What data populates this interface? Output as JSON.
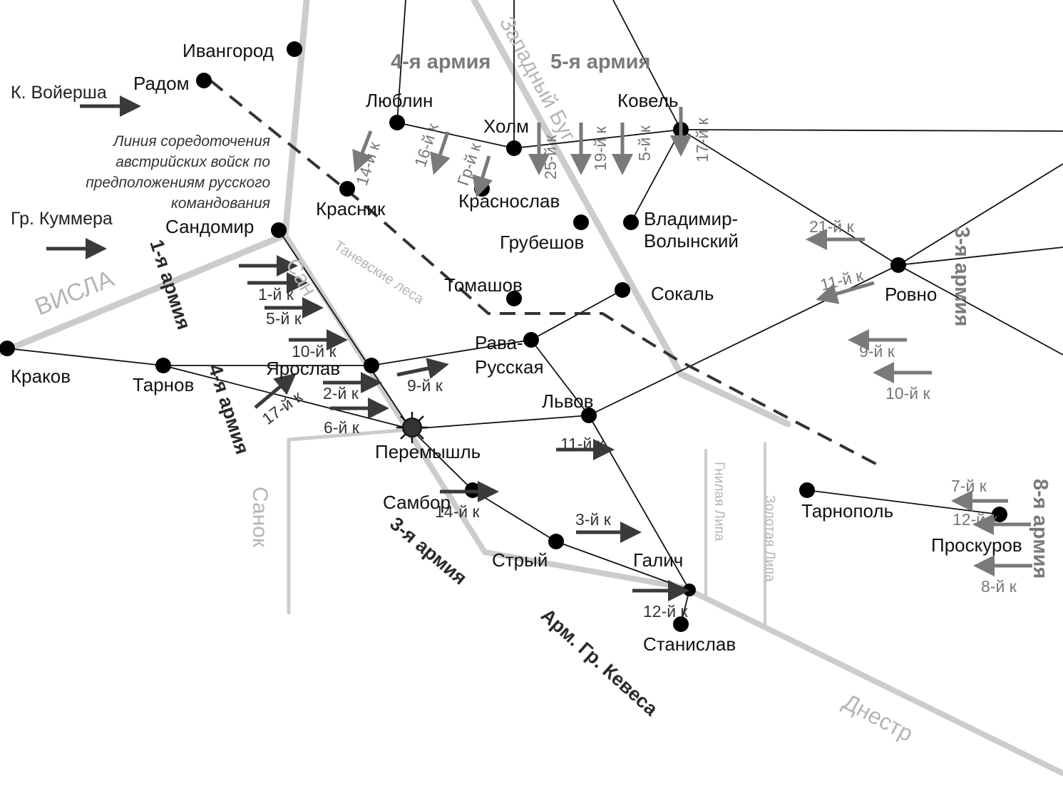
{
  "cities": {
    "ivangorod": "Ивангород",
    "radom": "Радом",
    "lublin": "Люблин",
    "kholm": "Холм",
    "kovel": "Ковель",
    "krasnik": "Красник",
    "krasnoslav": "Краснослав",
    "grubeshov": "Грубешов",
    "vladimir_1": "Владимир-",
    "vladimir_2": "Волынский",
    "sandomir": "Сандомир",
    "tomashov": "Томашов",
    "sokal": "Сокаль",
    "rovno": "Ровно",
    "rava_1": "Рава-",
    "rava_2": "Русская",
    "krakov": "Краков",
    "tarnov": "Тарнов",
    "yaroslav": "Ярослав",
    "lvov": "Львов",
    "peremyshl": "Перемышль",
    "sambor": "Самбор",
    "stryi": "Стрый",
    "galich": "Галич",
    "stanislav": "Станислав",
    "tarnopol": "Тарнополь",
    "proskurov": "Проскуров"
  },
  "armies": {
    "a4_austrian_top": "4-я армия",
    "a5_austrian_top": "5-я армия",
    "a1_austrian": "1-я армия",
    "a4_austrian_left": "4-я армия",
    "a3_austrian": "3-я армия",
    "kevess": "Арм. Гр. Кевеса",
    "a3_russian": "3-я армия",
    "a8_russian": "8-я армия"
  },
  "groups": {
    "voyersh": "К. Войерша",
    "kummer": "Гр. Куммера"
  },
  "note": {
    "line1": "Линия соредоточения",
    "line2": "австрийских войск по",
    "line3": "предположениям русского",
    "line4": "командования"
  },
  "geo": {
    "visla": "ВИСЛА",
    "zapadny_bug": "Западный Буг",
    "san": "Сан",
    "tanev": "Таневские леса",
    "sanok": "Санок",
    "gnilaya_lipa": "Гнилая Липа",
    "zolotaya_lipa": "Золотая Липа",
    "dnestr": "Днестр"
  },
  "corps": {
    "k14_north": "14-й к",
    "k16": "16-й к",
    "kgr": "Гр-й к",
    "k25": "25-й к",
    "k19": "19-й к",
    "k5_north": "5-й к",
    "k17_north": "17-й к",
    "k21": "21-й к",
    "k11_east": "11-й к",
    "k9_east": "9-й к",
    "k10_east": "10-й к",
    "k7": "7-й к",
    "k12_east": "12-й к",
    "k8": "8-й к",
    "k1": "1-й к",
    "k5_west": "5-й к",
    "k10_west": "10-й к",
    "k2": "2-й к",
    "k9_west": "9-й к",
    "k17_west": "17-й к",
    "k6": "6-й к",
    "k11_south": "11-й к",
    "k14_south": "14-й к",
    "k3": "3-й к",
    "k12_south": "12-й к"
  },
  "colors": {
    "rail": "#111111",
    "river": "#cccccc",
    "austrian_arrow": "#3a3a3a",
    "russian_arrow": "#7a7a7a",
    "concentration_line": "#333333"
  }
}
